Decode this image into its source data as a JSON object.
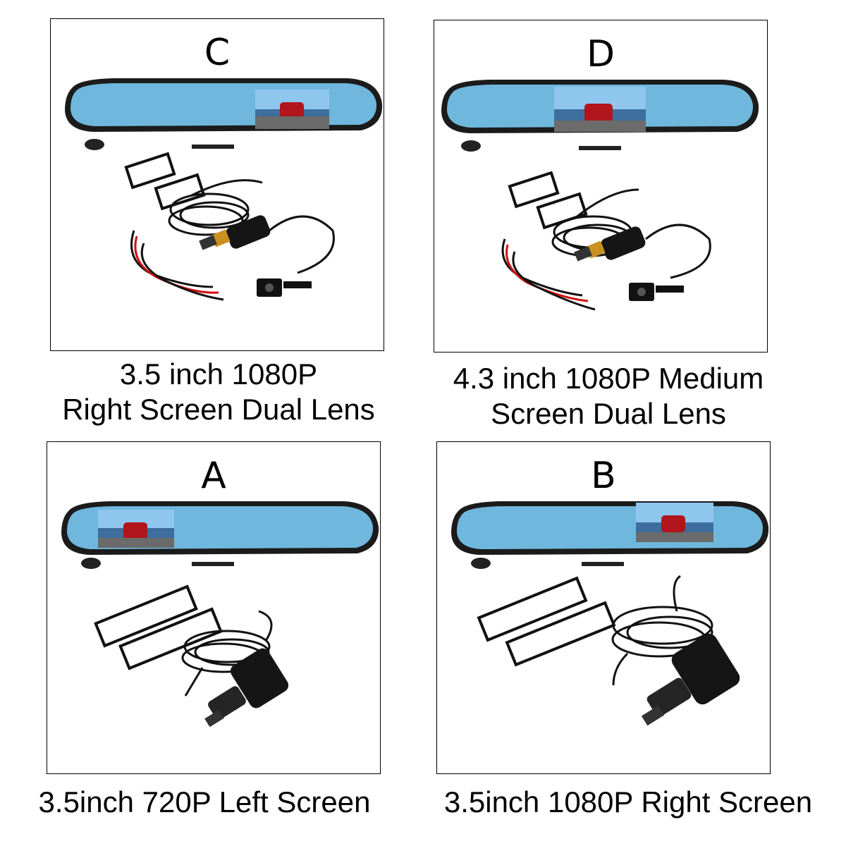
{
  "panels": [
    {
      "id": "C",
      "letter": "C",
      "caption_lines": [
        "3.5 inch 1080P",
        "Right Screen Dual Lens"
      ],
      "screen_position": "right",
      "rear_camera": true
    },
    {
      "id": "D",
      "letter": "D",
      "caption_lines": [
        "4.3 inch 1080P Medium",
        "Screen Dual Lens"
      ],
      "screen_position": "center",
      "rear_camera": true
    },
    {
      "id": "A",
      "letter": "A",
      "caption_lines": [
        "3.5inch 720P Left Screen"
      ],
      "screen_position": "left",
      "rear_camera": false
    },
    {
      "id": "B",
      "letter": "B",
      "caption_lines": [
        "3.5inch 1080P Right Screen"
      ],
      "screen_position": "right",
      "rear_camera": false
    }
  ],
  "icons": [
    "mirror-dashcam-icon",
    "rubber-strap-icon",
    "car-charger-icon",
    "cable-coil-icon",
    "rear-camera-icon"
  ],
  "colors": {
    "mirror": "#6fb7dd",
    "mirror_frame": "#1b1b1b",
    "cable": "#111111",
    "red_wire": "#d01010",
    "charger_ring": "#c8901e"
  }
}
